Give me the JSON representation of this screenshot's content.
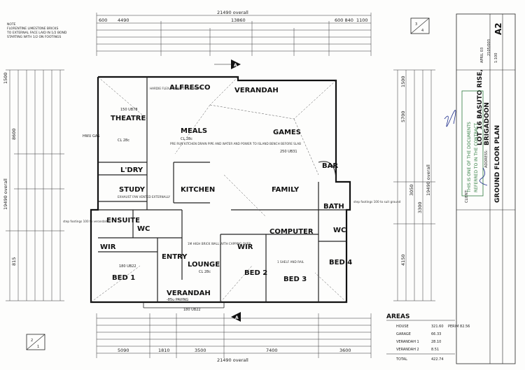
{
  "top_note": [
    "NOTE",
    "FLORENTINE LIMESTONE BRICKS",
    "TO EXTERNAL FACE LAID IN 1/2 BOND",
    "STARTING WITH 1/2 ON FOOTINGS"
  ],
  "dims": {
    "top_overall": "21490 overall",
    "top_left": "4490",
    "top_right": "13860",
    "top_a": "600",
    "top_b": "600 840",
    "top_c": "1100",
    "bottom_overall": "21490 overall",
    "bottom_a": "5090",
    "bottom_b": "1810",
    "bottom_c": "3500",
    "bottom_d": "7400",
    "bottom_e": "3600",
    "left_overall": "19490 overall",
    "left_a": "8600",
    "left_b": "815",
    "left_c": "1500",
    "right_overall": "19490 overall",
    "right_a": "5700",
    "right_b": "3050",
    "right_c": "4150",
    "right_d": "1500",
    "right_e": "3300"
  },
  "rooms": {
    "alfresco": "ALFRESCO",
    "verandah_top": "VERANDAH",
    "theatre": "THEATRE",
    "meals": "MEALS",
    "games": "GAMES",
    "ldry": "L'DRY",
    "kitchen": "KITCHEN",
    "family": "FAMILY",
    "bar": "BAR",
    "study": "STUDY",
    "bath": "BATH",
    "ensuite": "ENSUITE",
    "wc1": "WC",
    "wc2": "WC",
    "computer": "COMPUTER",
    "wir1": "WIR",
    "wir2": "WIR",
    "entry": "ENTRY",
    "lounge": "LOUNGE",
    "bed1": "BED 1",
    "bed2": "BED 2",
    "bed3": "BED 3",
    "bed4": "BED 4",
    "verandah_bottom": "VERANDAH"
  },
  "room_notes": {
    "theatre_cl": "CL 28c",
    "meals_cl": "CL 28c",
    "lounge_cl": "CL 28c",
    "theatre_rl": "150 UB78",
    "bed1_rl": "180 UB22",
    "verandah_paving": "-85u PAVING",
    "verandah_ub": "180 UB22",
    "study_note": "EXHAUST FAN VENTED EXTERNALLY",
    "kitchen_note": "PRE RUN KITCHEN DRAIN PIPE AND WATER AND POWER TO ISLAND BENCH BEFORE SLAB",
    "alfresco_note": "HARDIE FLEX LINING AT 28c OFF FFL",
    "games_ub": "250 UB31",
    "lounge_wall": "1M HIGH BRICK WALL WITH CAPPING OVER",
    "shelf_rail": "1 SHELF AND RAIL",
    "hwu": "HWU GAS",
    "step_left": "step footings 100 to verandah",
    "step_right": "step footings 100 to suit ground"
  },
  "markers": {
    "section_a_top": "A",
    "section_a_bottom": "A",
    "sheet_top": "3",
    "sheet_top2": "4",
    "sheet_bottom": "2",
    "sheet_bottom2": "1"
  },
  "areas": {
    "heading": "AREAS",
    "rows": [
      {
        "label": "HOUSE",
        "value": "321.60",
        "extra": "PERIM 82.56"
      },
      {
        "label": "GARAGE",
        "value": "66.33",
        "extra": ""
      },
      {
        "label": "VERANDAH 1",
        "value": "28.10",
        "extra": ""
      },
      {
        "label": "VERANDAH 2",
        "value": "8.51",
        "extra": ""
      },
      {
        "label": "TOTAL",
        "value": "422.74",
        "extra": ""
      }
    ]
  },
  "title_block": {
    "plan_title": "GROUND FLOOR PLAN",
    "address_label": "ADDRESS:",
    "address_line1": "LOT 16 BASUTO RISE,",
    "address_line2": "BRIGADOON",
    "client_label": "CLIENT:",
    "sheet_size": "A2",
    "job_no": "2105/003",
    "scale": "1:100",
    "date": "APRIL 03",
    "stamp_line1": "THIS IS ONE OF THE DOCUMENTS",
    "stamp_line2": "REFERRED TO IN THE CONTRACT"
  }
}
